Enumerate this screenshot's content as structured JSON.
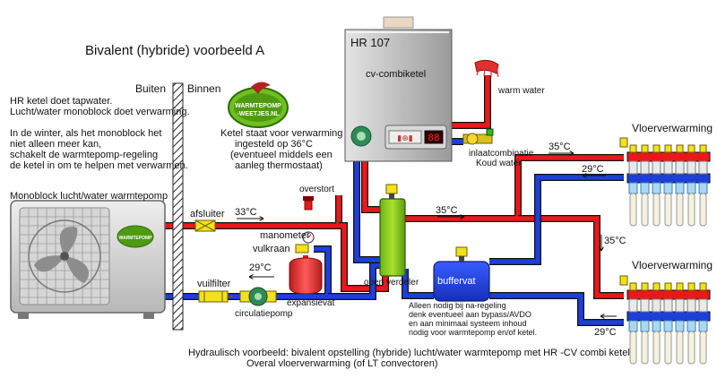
{
  "title": "Bivalent (hybride)  voorbeeld A",
  "wall": {
    "outside": "Buiten",
    "inside": "Binnen"
  },
  "intro": [
    "HR ketel doet tapwater.",
    "Lucht/water monoblock doet verwarming.",
    "",
    "In de winter, als het  monoblock het",
    "niet alleen meer kan,",
    "schakelt de warmtepomp-regeling",
    "de ketel in om te helpen met verwarmen."
  ],
  "logo": {
    "line1": "WARMTEPOMP",
    "line2": "-WEETJES.NL"
  },
  "boiler": {
    "model": "HR 107",
    "name": "cv-combiketel",
    "display": "88",
    "note": [
      "Ketel staat voor verwarming",
      "ingesteld op 36°C",
      "(eventueel middels een",
      "aanleg thermostaat)"
    ]
  },
  "hot_water": "warm water",
  "inlet": [
    "inlaatcombinatie",
    "Koud water"
  ],
  "heatpump": {
    "label": "Monoblock lucht/water warmtepomp"
  },
  "components": {
    "shutoff": "afsluiter",
    "relief": "overstort",
    "manometer": "manometer",
    "air_vent": "vulkraan",
    "dirt_filter": "vuilfilter",
    "pump": "circulatiepomp",
    "expansion": "expansievat",
    "open_divider": "open verdeler",
    "buffer": "buffervat"
  },
  "temperatures": {
    "supply_hp": "33°C",
    "return_hp": "29°C",
    "supply_divider": "35°C",
    "supply_floor_top": "35°C",
    "return_floor_top": "29°C",
    "supply_vertical": "35°C",
    "return_floor_bottom": "29°C"
  },
  "floor_heating": {
    "top": "Vloerverwarming",
    "bottom": "Vloerverwarming"
  },
  "buffer_note": [
    "Alleen nodig bij na-regeling",
    "denk  eventueel aan bypass/AVDO",
    "en aan minimaal systeem inhoud",
    "nodig voor warmtepomp en/of ketel."
  ],
  "footer": [
    "Hydraulisch voorbeeld: bivalent opstelling  (hybride) lucht/water warmtepomp met HR -CV combi ketel",
    "Overal vloerverwarming (of LT convectoren)"
  ],
  "colors": {
    "supply": "#e8191a",
    "return": "#1d3fd8",
    "outline": "#111111",
    "divider": "#8fd21e",
    "buffer": "#1f3fe0",
    "expansion": "#e63030",
    "valve": "#f2e21c",
    "boiler_body": "#c9c9c9",
    "manifold_top": "#f4f4f4"
  }
}
